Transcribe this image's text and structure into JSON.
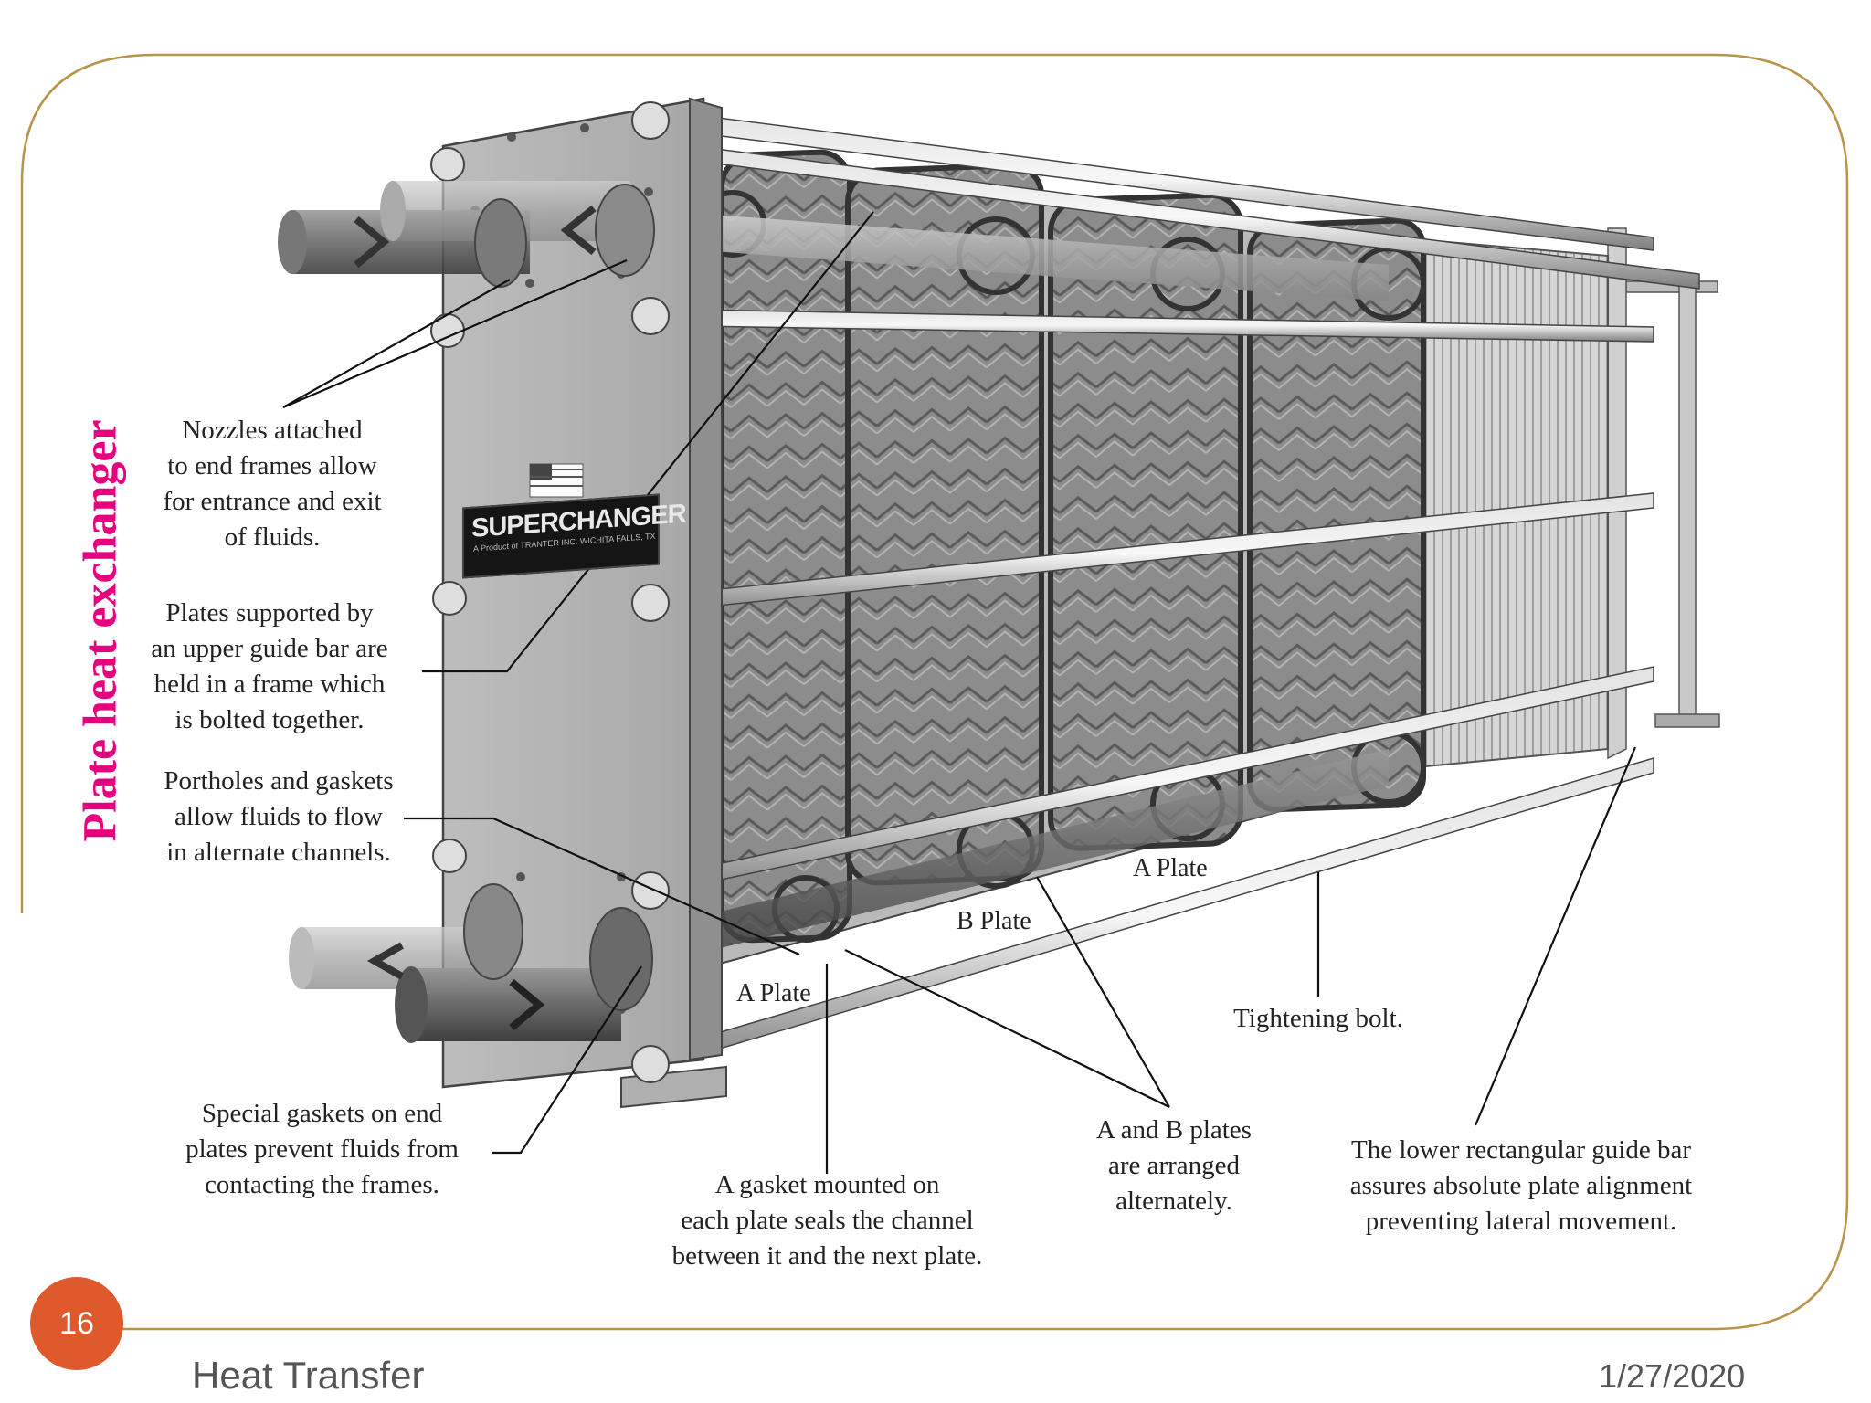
{
  "slide": {
    "title": "Plate heat exchanger",
    "number": "16",
    "footer_left": "Heat Transfer",
    "footer_right": "1/27/2020",
    "border_color": "#b8934a",
    "title_color": "#e6007e",
    "number_badge_color": "#de5a2d"
  },
  "diagram": {
    "brand": "SUPERCHANGER",
    "brand_tagline": "A Product of  TRANTER INC.  WICHITA FALLS, TX",
    "plate_labels": {
      "a_plate_left": "A Plate",
      "b_plate": "B Plate",
      "a_plate_right": "A Plate"
    },
    "callouts": {
      "nozzles": [
        "Nozzles attached",
        "to end frames allow",
        "for entrance and exit",
        "of fluids."
      ],
      "plates_supported": [
        "Plates supported by",
        "an upper guide bar are",
        "held in a frame which",
        "is bolted together."
      ],
      "portholes": [
        "Portholes and gaskets",
        "allow fluids to flow",
        "in alternate channels."
      ],
      "special_gaskets": [
        "Special gaskets on end",
        "plates prevent fluids from",
        "contacting the frames."
      ],
      "gasket_mounted": [
        "A gasket mounted on",
        "each plate seals the channel",
        "between it and the next plate."
      ],
      "ab_plates": [
        "A and B plates",
        "are arranged",
        "alternately."
      ],
      "tightening_bolt": [
        "Tightening bolt."
      ],
      "lower_guide_bar": [
        "The lower rectangular guide bar",
        "assures absolute plate alignment",
        "preventing lateral movement."
      ]
    }
  }
}
